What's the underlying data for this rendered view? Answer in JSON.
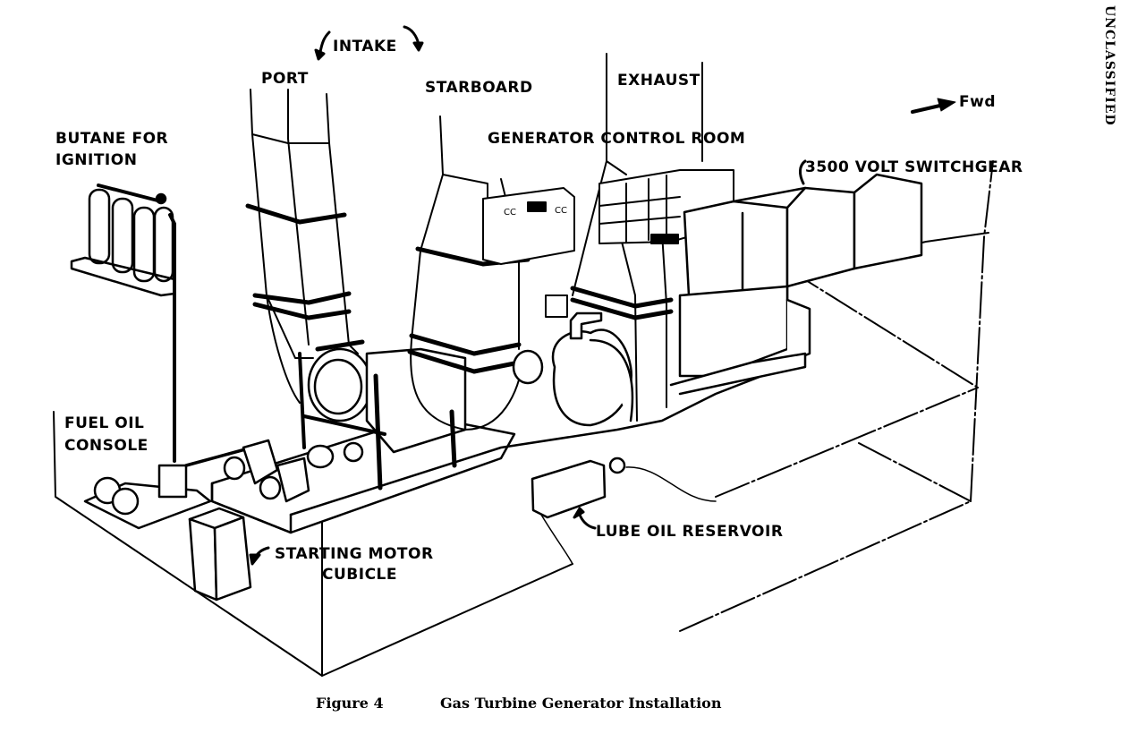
{
  "document": {
    "classification": "UNCLASSIFIED",
    "caption": {
      "figure_number": "Figure 4",
      "title": "Gas Turbine Generator Installation"
    }
  },
  "diagram": {
    "direction_indicator": {
      "label": "Fwd",
      "icon": "arrow-right-icon"
    },
    "labels": {
      "intake": "INTAKE",
      "port": "PORT",
      "starboard": "STARBOARD",
      "exhaust": "EXHAUST",
      "generator_control_room": "GENERATOR CONTROL ROOM",
      "switchgear": "3500 VOLT SWITCHGEAR",
      "butane_line1": "BUTANE FOR",
      "butane_line2": "IGNITION",
      "fuel_oil_line1": "FUEL OIL",
      "fuel_oil_line2": "CONSOLE",
      "starting_motor_line1": "STARTING MOTOR",
      "starting_motor_line2": "CUBICLE",
      "lube_oil": "LUBE OIL RESERVOIR"
    },
    "colors": {
      "ink": "#000000",
      "paper": "#ffffff"
    }
  }
}
